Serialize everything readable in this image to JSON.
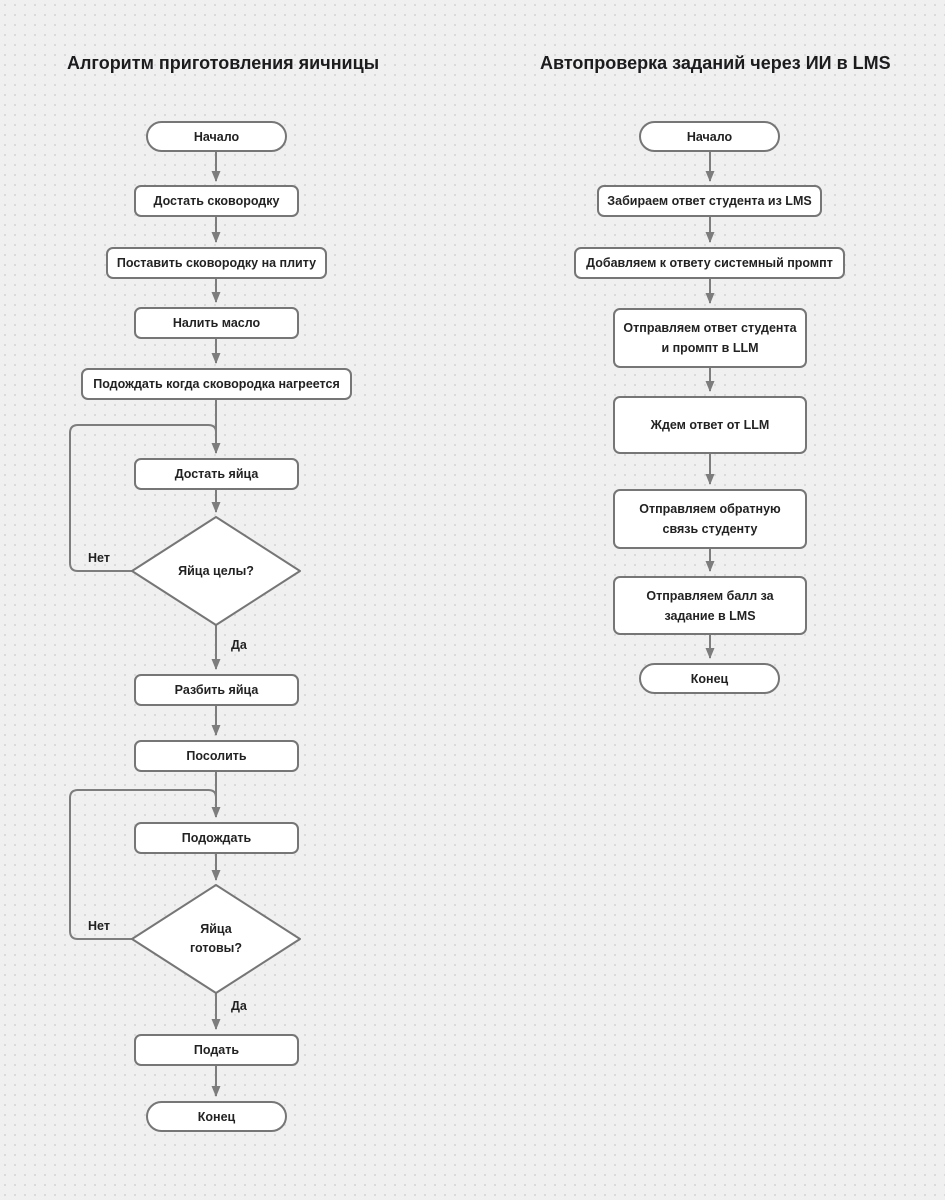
{
  "page": {
    "background": "#f0f0f1",
    "dot_color": "#d8d8da"
  },
  "colors": {
    "node_fill": "#ffffff",
    "node_border": "#767676",
    "arrow": "#7d7d7d",
    "text": "#222222"
  },
  "charts": [
    {
      "title": "Алгоритм приготовления яичницы",
      "nodes": [
        {
          "type": "terminator",
          "label": "Начало"
        },
        {
          "type": "process",
          "label": "Достать сковородку"
        },
        {
          "type": "process",
          "label": "Поставить сковородку на плиту"
        },
        {
          "type": "process",
          "label": "Налить масло"
        },
        {
          "type": "process",
          "label": "Подождать когда сковородка нагреется"
        },
        {
          "type": "process",
          "label": "Достать яйца"
        },
        {
          "type": "decision",
          "label": "Яйца целы?"
        },
        {
          "type": "process",
          "label": "Разбить яйца"
        },
        {
          "type": "process",
          "label": "Посолить"
        },
        {
          "type": "process",
          "label": "Подождать"
        },
        {
          "type": "decision",
          "label": "Яйца\nготовы?"
        },
        {
          "type": "process",
          "label": "Подать"
        },
        {
          "type": "terminator",
          "label": "Конец"
        }
      ],
      "edge_labels": {
        "yes": "Да",
        "no": "Нет"
      }
    },
    {
      "title": "Автопроверка заданий через ИИ в LMS",
      "nodes": [
        {
          "type": "terminator",
          "label": "Начало"
        },
        {
          "type": "process",
          "label": "Забираем ответ студента из LMS"
        },
        {
          "type": "process",
          "label": "Добавляем к ответу системный промпт"
        },
        {
          "type": "process",
          "label": "Отправляем ответ студента и промпт в LLM"
        },
        {
          "type": "process",
          "label": "Ждем ответ от LLM"
        },
        {
          "type": "process",
          "label": "Отправляем обратную связь студенту"
        },
        {
          "type": "process",
          "label": "Отправляем балл за задание в LMS"
        },
        {
          "type": "terminator",
          "label": "Конец"
        }
      ]
    }
  ]
}
